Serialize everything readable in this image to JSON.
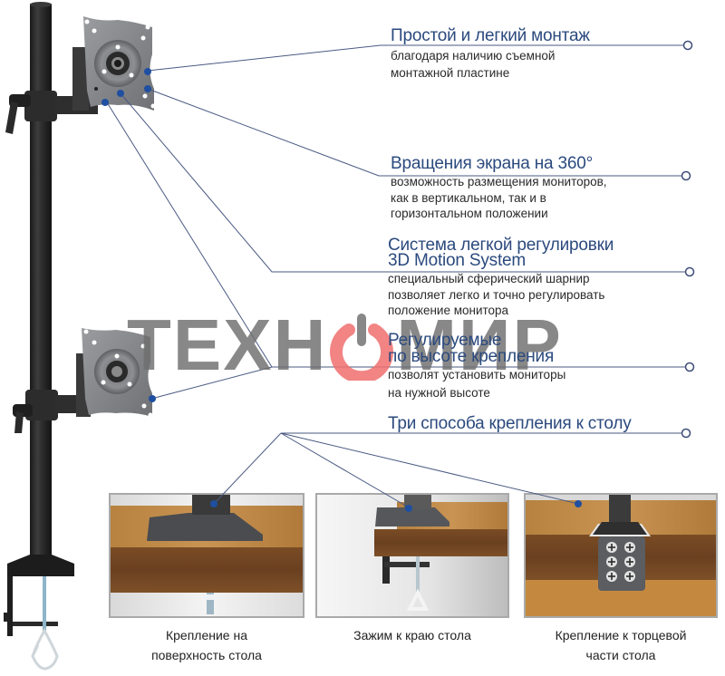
{
  "features": [
    {
      "title": "Простой и легкий монтаж",
      "description": [
        "благодаря наличию съемной",
        "монтажной пластине"
      ]
    },
    {
      "title": "Вращения экрана на 360°",
      "description": [
        "возможность размещения мониторов,",
        "как в вертикальном, так и в",
        "горизонтальном положении"
      ]
    },
    {
      "title": [
        "Система легкой регулировки",
        "3D Motion System"
      ],
      "description": [
        "специальный сферический шарнир",
        "позволяет легко и точно регулировать",
        "положение монитора"
      ]
    },
    {
      "title": [
        "Регулируемые",
        "по высоте крепления"
      ],
      "description": [
        "позволят установить мониторы",
        "на нужной высоте"
      ]
    },
    {
      "title": "Три способа крепления к столу",
      "description": []
    }
  ],
  "watermark": {
    "left": "ТЕХН",
    "right": "МИР",
    "power_icon": "power-icon"
  },
  "mounting_options": [
    {
      "caption": [
        "Крепление на",
        "поверхность стола"
      ]
    },
    {
      "caption": [
        "Зажим к краю стола"
      ]
    },
    {
      "caption": [
        "Крепление к торцевой",
        "части стола"
      ]
    }
  ],
  "colors": {
    "title_blue": "#2b4a7e",
    "callout_line": "#4a5a82",
    "callout_dot": "#1f4fa0",
    "watermark_gray": "#6e6e6e",
    "watermark_red": "#f08080",
    "wood_light": "#b07a3a",
    "wood_dark": "#6e4522",
    "metal_dark": "#2b2b2b",
    "plate_gray": "#8a8c8f"
  }
}
